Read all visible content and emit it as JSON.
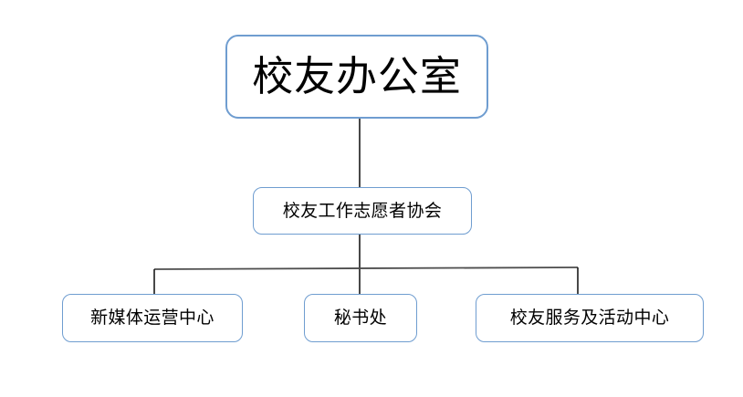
{
  "diagram": {
    "type": "organizational-chart",
    "title_text": "校友办公室",
    "colors": {
      "box_border": "#6f9dd0",
      "box_fill": "#ffffff",
      "connector_line": "#1a1a1a",
      "bus_line": "#4d4d4d",
      "background": "#ffffff"
    },
    "nodes": {
      "root": {
        "label": "校友办公室",
        "level": 1
      },
      "association": {
        "label": "校友工作志愿者协会",
        "level": 2
      },
      "children": [
        {
          "label": "新媒体运营中心",
          "level": 3
        },
        {
          "label": "秘书处",
          "level": 3
        },
        {
          "label": "校友服务及活动中心",
          "level": 3
        }
      ]
    },
    "connectors": [
      {
        "name": "root-to-association",
        "from": "root",
        "to": "association"
      },
      {
        "name": "association-to-bus",
        "from": "association",
        "to": "bus"
      },
      {
        "name": "bus-to-newmedia",
        "from": "bus",
        "to": "新媒体运营中心"
      },
      {
        "name": "bus-to-secretariat",
        "from": "bus",
        "to": "秘书处"
      },
      {
        "name": "bus-to-service",
        "from": "bus",
        "to": "校友服务及活动中心"
      }
    ]
  }
}
